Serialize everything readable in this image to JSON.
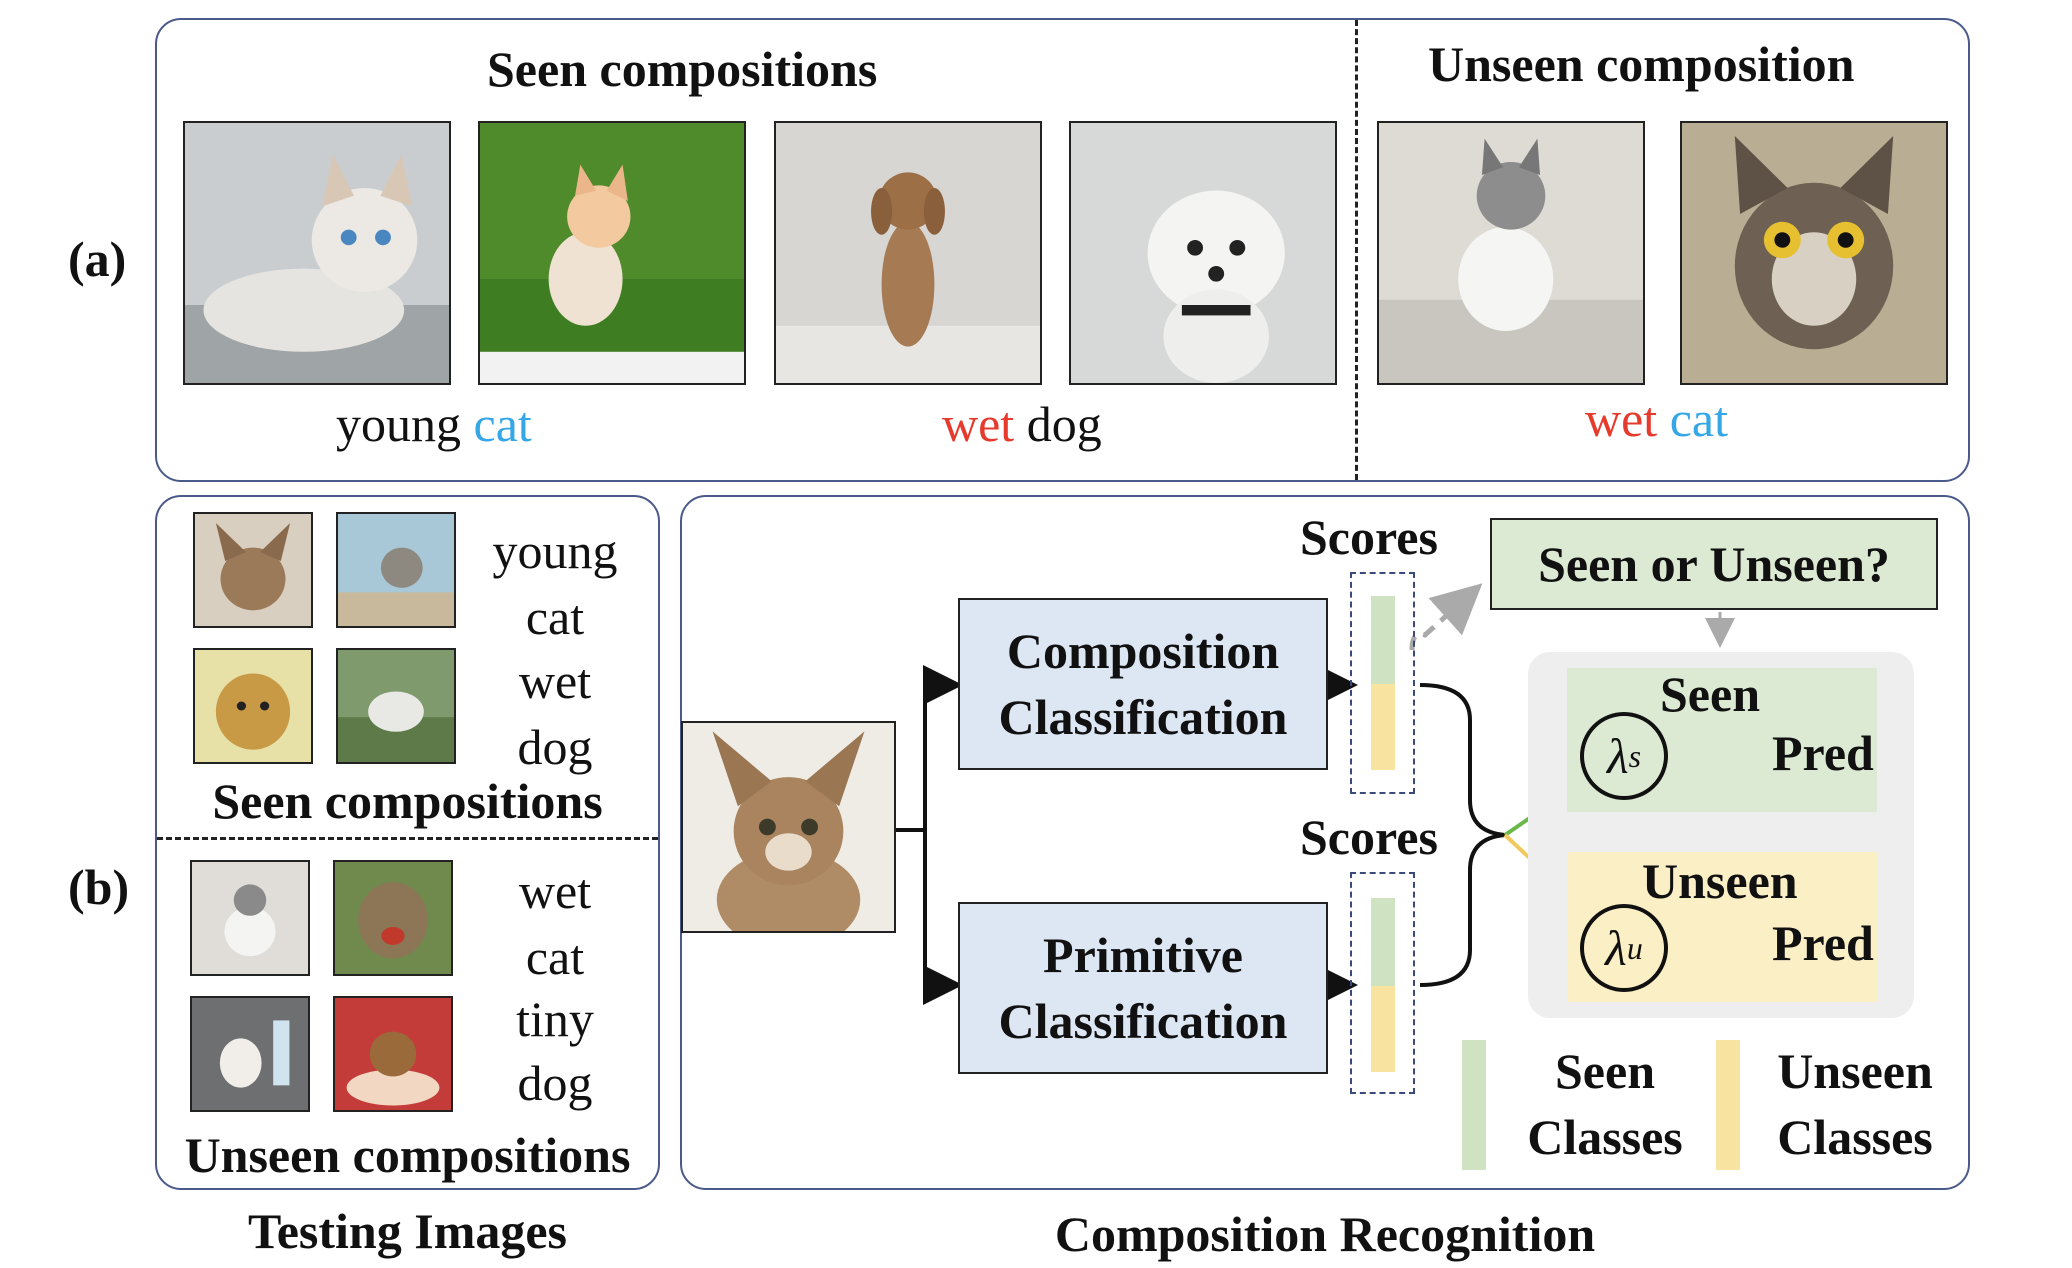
{
  "panel_a": {
    "label": "(a)",
    "seen_title": "Seen compositions",
    "unseen_title": "Unseen composition",
    "captions": {
      "young_cat": [
        "young",
        "cat"
      ],
      "wet_dog": [
        "wet",
        "dog"
      ],
      "wet_cat": [
        "wet",
        "cat"
      ]
    }
  },
  "panel_b": {
    "label": "(b)",
    "testing": {
      "seen_words": [
        "young",
        "cat",
        "wet",
        "dog"
      ],
      "seen_title": "Seen compositions",
      "unseen_words": [
        "wet",
        "cat",
        "tiny",
        "dog"
      ],
      "unseen_title": "Unseen compositions",
      "caption": "Testing Images"
    },
    "recognition": {
      "scores_top": "Scores",
      "scores_bottom": "Scores",
      "composition_box": [
        "Composition",
        "Classification"
      ],
      "primitive_box": [
        "Primitive",
        "Classification"
      ],
      "question": "Seen or Unseen?",
      "seen_branch": {
        "title": "Seen",
        "lambda": "λ",
        "sub": "s",
        "pred": "Pred"
      },
      "unseen_branch": {
        "title": "Unseen",
        "lambda": "λ",
        "sub": "u",
        "pred": "Pred"
      },
      "legend": {
        "seen": [
          "Seen",
          "Classes"
        ],
        "unseen": [
          "Unseen",
          "Classes"
        ]
      },
      "caption": "Composition Recognition"
    }
  },
  "colors": {
    "seen_green": "#cfe3c2",
    "unseen_yellow": "#f8e3a0",
    "box_blue": "#dde6f3",
    "panel_border": "#4a5a8a",
    "attribute_red": "#e53a2c",
    "object_blue": "#35a7e6"
  }
}
